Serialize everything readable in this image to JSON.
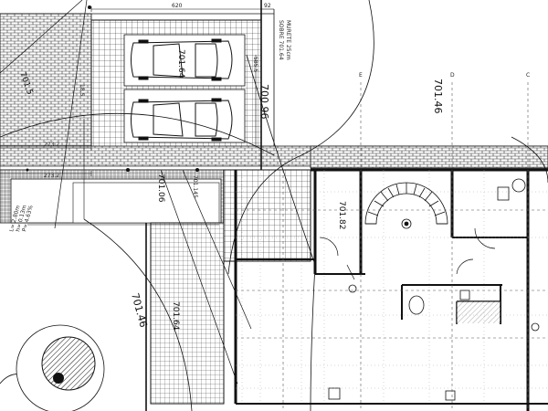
{
  "plan": {
    "elevation_main": "701.46",
    "elevation_lower": "701.46",
    "elevation_parking": "701.64",
    "elevation_hall": "701.82",
    "elevation_garden": "700.96",
    "elevation_patio": "701.06",
    "elevation_deck": "701.64",
    "elevation_slope": "701.145",
    "elevation_left": "701.5",
    "wall_note_line1": "MURETE 25cm",
    "wall_note_line2": "SOBRE 701.64",
    "dim_top": "620",
    "dim_top_right": "92",
    "dim_a": "273.2",
    "dim_b": "273.2",
    "dim_c": "585.5",
    "dim_side": "18.5",
    "ramp_l": "L= 2.80m",
    "ramp_h": "h= 0.13m",
    "ramp_p": "P= 4.63%",
    "axis_c": "C",
    "axis_d": "D",
    "axis_e": "E"
  }
}
